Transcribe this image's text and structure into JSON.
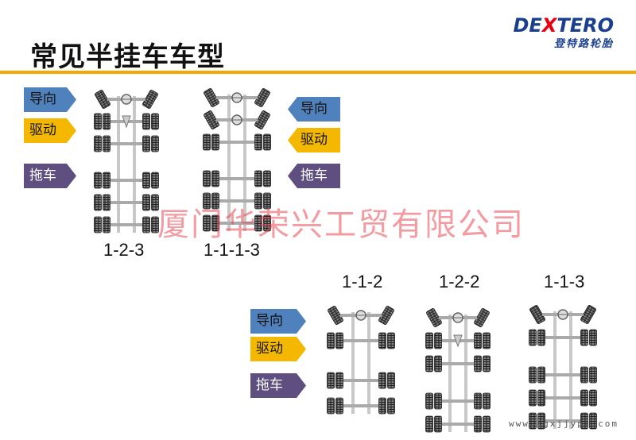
{
  "title": "常见半挂车车型",
  "logo": {
    "brand_pre": "DE",
    "brand_x": "X",
    "brand_post": "TERO",
    "subtitle": "登特路轮胎"
  },
  "legend_labels": {
    "steer": "导向",
    "drive": "驱动",
    "trailer": "拖车"
  },
  "colors": {
    "steer": "#4f81bd",
    "drive": "#f5b800",
    "trailer": "#5e4f80",
    "accent_bar": "#f5a800",
    "brand_blue": "#1a3f8f",
    "brand_red": "#e60012"
  },
  "configurations": [
    {
      "code": "1-2-3"
    },
    {
      "code": "1-1-1-3"
    },
    {
      "code": "1-1-2"
    },
    {
      "code": "1-2-2"
    },
    {
      "code": "1-1-3"
    }
  ],
  "watermark": "厦门华荣兴工贸有限公司",
  "url": "www.zgxjjypt.com"
}
